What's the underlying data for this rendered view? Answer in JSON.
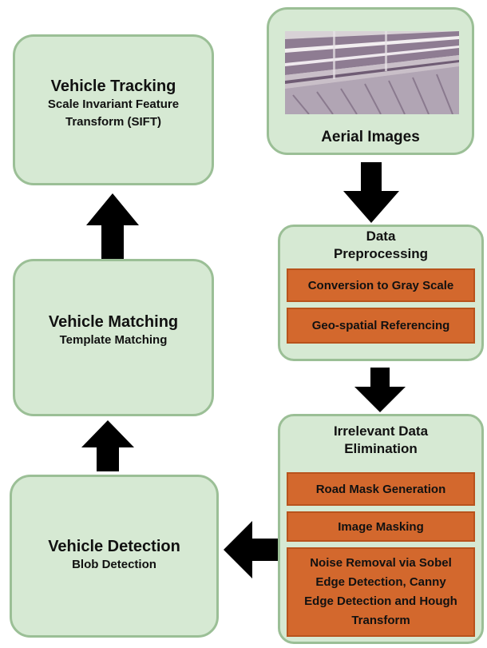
{
  "tracking": {
    "title": "Vehicle Tracking",
    "subtitle_line1": "Scale Invariant Feature",
    "subtitle_line2": "Transform (SIFT)"
  },
  "matching": {
    "title": "Vehicle Matching",
    "subtitle": "Template Matching"
  },
  "detection": {
    "title": "Vehicle Detection",
    "subtitle": "Blob Detection"
  },
  "aerial": {
    "title": "Aerial Images"
  },
  "preprocessing": {
    "title_line1": "Data",
    "title_line2": "Preprocessing",
    "steps": [
      "Conversion to Gray Scale",
      "Geo-spatial Referencing"
    ]
  },
  "elimination": {
    "title_line1": "Irrelevant Data",
    "title_line2": "Elimination",
    "steps": [
      "Road Mask Generation",
      "Image Masking"
    ],
    "noise_lines": [
      "Noise Removal via Sobel",
      "Edge Detection, Canny",
      "Edge Detection and Hough",
      "Transform"
    ]
  },
  "colors": {
    "box_fill": "#d6e9d3",
    "box_border": "#9bbf96",
    "step_fill": "#d3682d",
    "arrow": "#000000"
  }
}
